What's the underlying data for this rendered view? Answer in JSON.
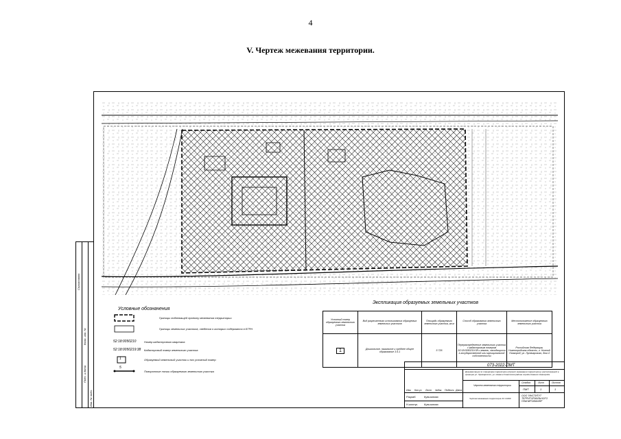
{
  "page": {
    "number": "4",
    "title": "V.  Чертеж межевания территории."
  },
  "legend": {
    "title": "Условные обозначения",
    "items": [
      "Границы подлежащей проекту межевания территории",
      "Границы земельных участков, сведения о которых содержатся в ЕГРН",
      "Номер кадастрового квартала",
      "Кадастровый номер земельного участка",
      "Образуемый земельный участок и его условный номер",
      "Поворотные точки образуемого земельного участка"
    ],
    "codes": [
      "52:18:0050210",
      "52:18:0050219:38"
    ],
    "box_label": "1",
    "point_label": "5"
  },
  "explication": {
    "title": "Экспликация образуемых земельных участков",
    "headers": [
      "Условный номер образуемого земельного участка",
      "Вид разрешенного использования образуемых земельных участков",
      "Площадь образуемого земельного участка, кв.м",
      "Способ образования земельного участка",
      "Местоположение образуемого земельного участка"
    ],
    "row": {
      "number": "1",
      "use": "Дошкольное, начальное и среднее общее образование 3.5.1",
      "area": "5 726",
      "method": "Перераспределение земельного участка с кадастровым номером 52:18:0050219:38 и земель, находящихся в государственной или муниципальной собственности",
      "location": "Российская Федерация, Нижегородская область, г. Нижний Новгород, ул. Луначарского, дом 4"
    }
  },
  "stamp": {
    "code": "073-2022-ПМТ",
    "description": "Документация по планировке территории (проект межевания территории), расположенной в границах ул. Луначарского, ул. Новая в Советском районе города Нижнего Новгорода",
    "col_headers": [
      "Изм.",
      "Кол.уч",
      "Лист",
      "№док.",
      "Подпись",
      "Дата"
    ],
    "sub_title": "Чертеж межевания территории",
    "stage_headers": [
      "Стадия",
      "Лист",
      "Листов"
    ],
    "stage_values": [
      "ПМТ",
      "1",
      "1"
    ],
    "scale_title": "Чертеж межевания территории М 1:1000",
    "org": "ООО \"ИНСТИТУТ ТЕРРИТОРИАЛЬНОГО ПЛАНИРОВАНИЯ\"",
    "roles": [
      "Разраб.",
      "Н.контр."
    ],
    "names": [
      "Кувшинова",
      "Кувшинова"
    ]
  },
  "side_strip": {
    "labels": [
      "Согласовано",
      "Взам. инв. №",
      "Подп. и дата",
      "Инв. № подл."
    ]
  }
}
